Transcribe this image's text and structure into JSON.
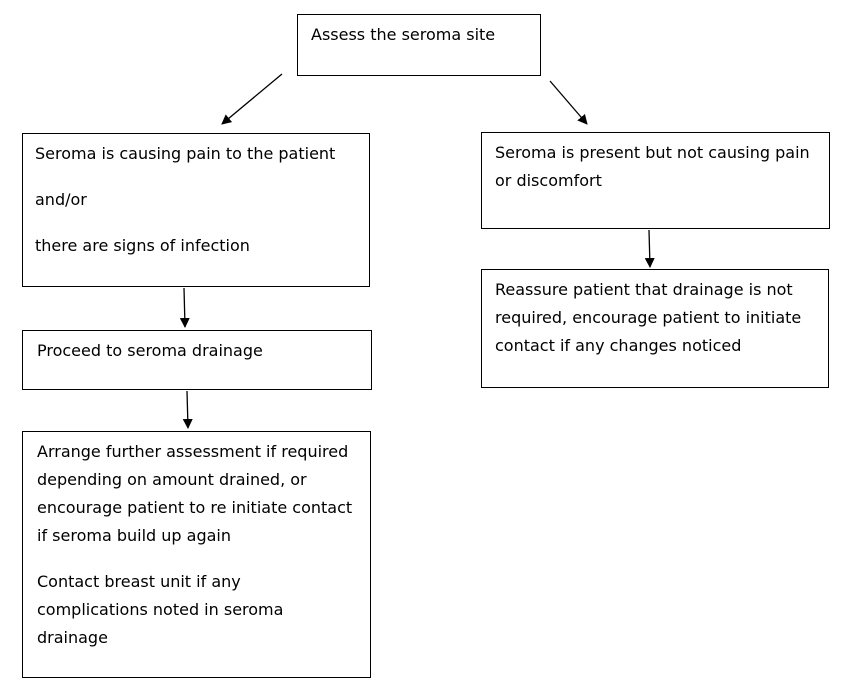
{
  "diagram": {
    "nodes": {
      "assess": {
        "text": "Assess the seroma site"
      },
      "painful": {
        "text": "Seroma is causing pain to the patient\nand/or\nthere are signs of infection"
      },
      "painless": {
        "text": "Seroma is present but not causing pain\nor discomfort"
      },
      "proceed": {
        "text": "Proceed to seroma drainage"
      },
      "reassure": {
        "text": "Reassure patient that drainage is not\nrequired, encourage patient to initiate\ncontact if any changes noticed"
      },
      "arrange": {
        "text": "Arrange further assessment if required\ndepending on amount drained, or\nencourage patient to re initiate contact\nif seroma build up again",
        "text2": "Contact breast unit if any\ncomplications noted in seroma\ndrainage"
      }
    },
    "edges": [
      {
        "from": "assess",
        "to": "painful"
      },
      {
        "from": "assess",
        "to": "painless"
      },
      {
        "from": "painful",
        "to": "proceed"
      },
      {
        "from": "proceed",
        "to": "arrange"
      },
      {
        "from": "painless",
        "to": "reassure"
      }
    ],
    "colors": {
      "line": "#000000",
      "box_fill": "#ffffff"
    }
  }
}
